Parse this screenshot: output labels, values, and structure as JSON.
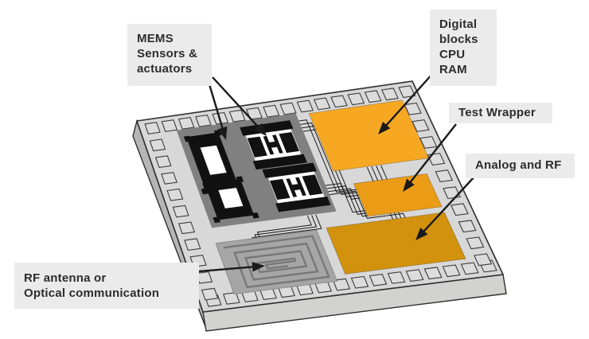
{
  "labels": {
    "mems": {
      "lines": [
        "MEMS",
        "Sensors &",
        "actuators"
      ]
    },
    "digital": {
      "lines": [
        "Digital",
        "blocks",
        "CPU",
        "RAM"
      ]
    },
    "test_wrapper": {
      "lines": [
        "Test Wrapper"
      ]
    },
    "analog": {
      "lines": [
        "Analog and RF"
      ]
    },
    "rf": {
      "lines": [
        "RF antenna or",
        "Optical communication"
      ]
    }
  },
  "chip": {
    "blocks": [
      {
        "id": "mems-region",
        "name": "MEMS Sensors & actuators area",
        "color_key": "mems_region"
      },
      {
        "id": "digital-block",
        "name": "Digital blocks CPU RAM",
        "color_key": "digital_block"
      },
      {
        "id": "test-wrapper-block",
        "name": "Test Wrapper",
        "color_key": "test_wrapper_block"
      },
      {
        "id": "analog-rf-block",
        "name": "Analog and RF",
        "color_key": "analog_block"
      },
      {
        "id": "rf-antenna-spiral",
        "name": "RF antenna or Optical communication",
        "color_key": "spiral_region"
      }
    ]
  },
  "colors": {
    "background": "#ffffff",
    "chip_top": "#d8d8d8",
    "chip_side_left": "#b6b6b6",
    "chip_side_bottom": "#d2d2d0",
    "outline": "#2f2f2f",
    "pad_fill": "#dcdcdc",
    "pad_stroke": "#3c3c3c",
    "mems_region": "#808080",
    "device_black": "#111111",
    "device_window": "#ffffff",
    "digital_block": "#f7a823",
    "test_wrapper_block": "#eb9c17",
    "analog_block": "#d2920e",
    "spiral_region": "#a6a6a6",
    "spiral_line": "#787878",
    "wire": "#1c1c1c",
    "arrow": "#1a1a1a",
    "label_bg": "#ebebeb",
    "label_text": "#2d2d2d"
  }
}
